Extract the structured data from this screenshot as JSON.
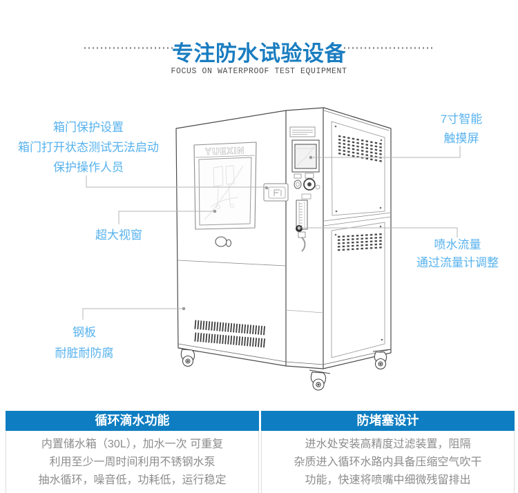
{
  "colors": {
    "title_blue": "#1a7dc0",
    "callout_blue": "#57b2ee",
    "feature_header_bg": "#0e7dc1",
    "feature_text_gray": "#8c8c8c",
    "connector_gray": "#b5b5b5"
  },
  "header": {
    "title": "专注防水试验设备",
    "subtitle": "FOCUS ON WATERPROOF TEST EQUIPMENT"
  },
  "machine": {
    "brand": "YUEXIN"
  },
  "callouts": {
    "door_protection": {
      "lines": [
        "箱门保护设置",
        "箱门打开状态测试无法启动",
        "保护操作人员"
      ]
    },
    "window": {
      "lines": [
        "超大视窗"
      ]
    },
    "steel_panel": {
      "lines": [
        "钢板",
        "耐脏耐防腐"
      ]
    },
    "touchscreen": {
      "lines": [
        "7寸智能",
        "触摸屏"
      ]
    },
    "water_flow": {
      "lines": [
        "喷水流量",
        "通过流量计调整"
      ]
    }
  },
  "features": [
    {
      "title": "循环滴水功能",
      "lines": [
        "内置储水箱（30L），加水一次 可重复",
        "利用至少一周时间利用不锈钢水泵",
        "抽水循环，噪音低，功耗低，运行稳定"
      ]
    },
    {
      "title": "防堵塞设计",
      "lines": [
        "进水处安装高精度过滤装置，阻隔",
        "杂质进入循环水路内具备压缩空气吹干",
        "功能，快速将喷嘴中细微残留排出"
      ]
    }
  ]
}
